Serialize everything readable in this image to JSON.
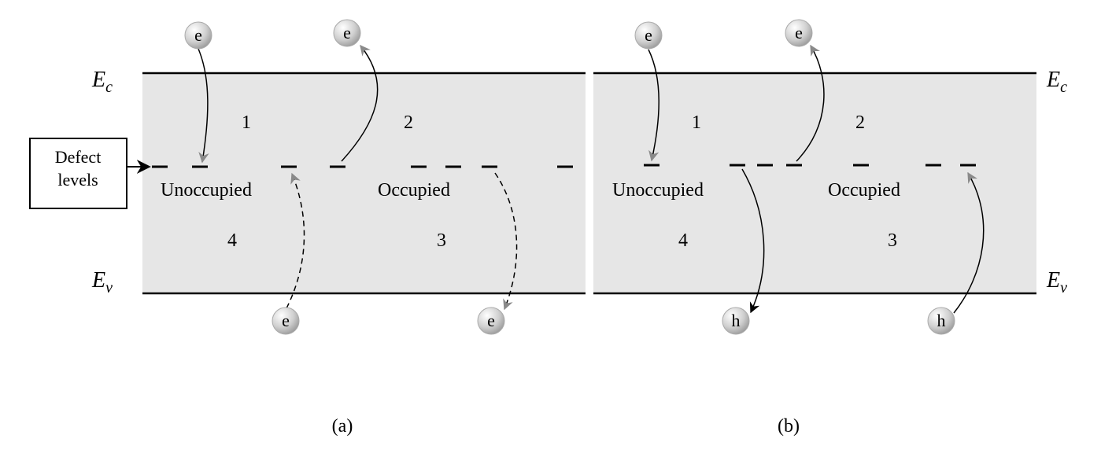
{
  "band_labels": {
    "ec_main": "E",
    "ec_sub": "c",
    "ev_main": "E",
    "ev_sub": "v"
  },
  "defect_box": {
    "line1": "Defect",
    "line2": "levels"
  },
  "panels": [
    {
      "label": "(a)",
      "regions": [
        "1",
        "2",
        "3",
        "4"
      ],
      "states": {
        "unoccupied": "Unoccupied",
        "occupied": "Occupied"
      },
      "particles": [
        "e",
        "e",
        "e",
        "e"
      ]
    },
    {
      "label": "(b)",
      "regions": [
        "1",
        "2",
        "3",
        "4"
      ],
      "states": {
        "unoccupied": "Unoccupied",
        "occupied": "Occupied"
      },
      "particles": [
        "e",
        "e",
        "h",
        "h"
      ]
    }
  ],
  "colors": {
    "band_fill": "#e6e6e6",
    "arrow_gray": "#8a8a8a",
    "particle_light": "#ffffff",
    "particle_dark": "#999999"
  }
}
